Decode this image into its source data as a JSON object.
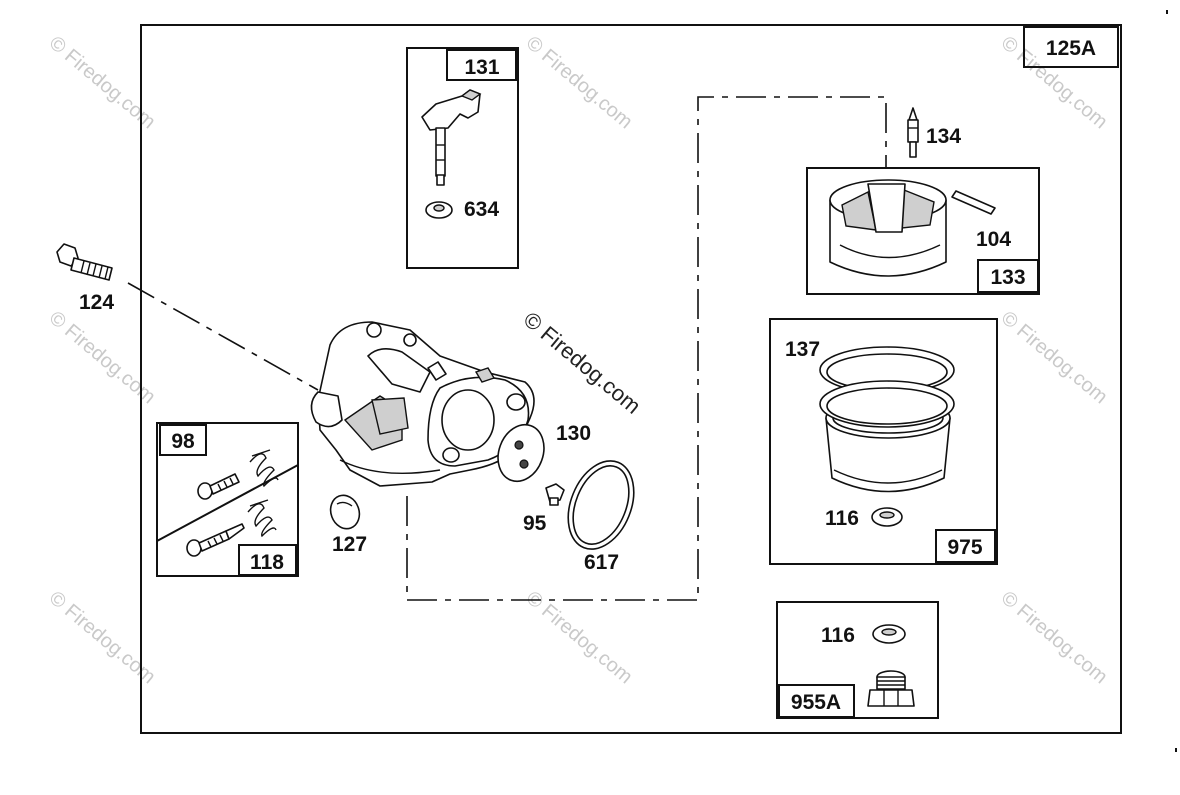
{
  "diagram": {
    "assembly_ref": "125A",
    "watermark": "© Firedog.com",
    "callouts": {
      "p131": "131",
      "p634": "634",
      "p134": "134",
      "p104": "104",
      "p133": "133",
      "p124": "124",
      "p137": "137",
      "p98": "98",
      "p118": "118",
      "p130": "130",
      "p127": "127",
      "p95": "95",
      "p617": "617",
      "p116a": "116",
      "p975": "975",
      "p116b": "116",
      "p955a": "955A"
    }
  }
}
